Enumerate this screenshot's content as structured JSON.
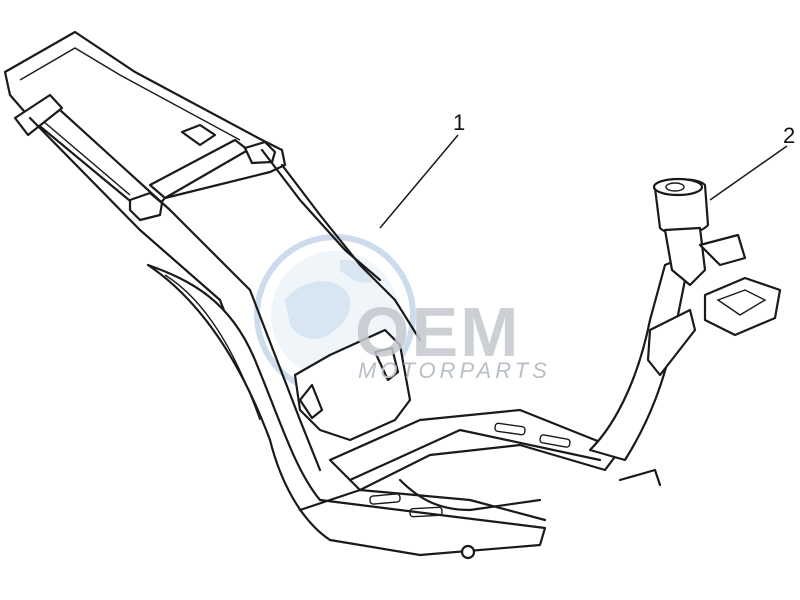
{
  "diagram": {
    "callouts": [
      {
        "id": "1",
        "label": "1"
      },
      {
        "id": "2",
        "label": "2"
      }
    ],
    "watermark": {
      "logo": "OEM",
      "text": "MOTORPARTS",
      "logo_color": "#c4c8ce",
      "globe_color": "#8fb3d9"
    },
    "line_color": "#1a1a1a",
    "background": "#ffffff"
  }
}
